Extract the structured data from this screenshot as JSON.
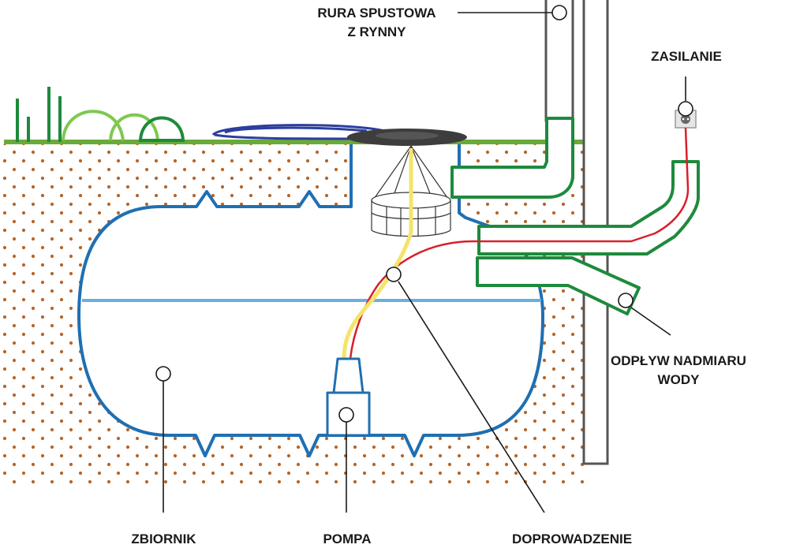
{
  "labels": {
    "downpipe": [
      "RURA SPUSTOWA",
      "Z RYNNY"
    ],
    "power": "ZASILANIE",
    "overflow": [
      "ODPŁYW NADMIARU",
      "WODY"
    ],
    "tank": "ZBIORNIK",
    "pump": "POMPA",
    "supply": "DOPROWADZENIE"
  },
  "colors": {
    "soil_dots": "#b5652a",
    "tank_outline": "#1f6fb2",
    "water_line": "#6aaee0",
    "pipe_green": "#1e8a3c",
    "grass": "#6aaa3a",
    "plants": "#7ec850",
    "hose_yellow": "#f4e46a",
    "cable_red": "#d8202a",
    "lid": "#3d3d3d",
    "downpipe": "#555555",
    "leader": "#1a1a1a"
  },
  "icons": [
    "plant-icon",
    "bush-icon",
    "coiled-hose-icon",
    "tank-lid-icon",
    "filter-basket-icon",
    "pump-icon",
    "power-socket-icon"
  ]
}
